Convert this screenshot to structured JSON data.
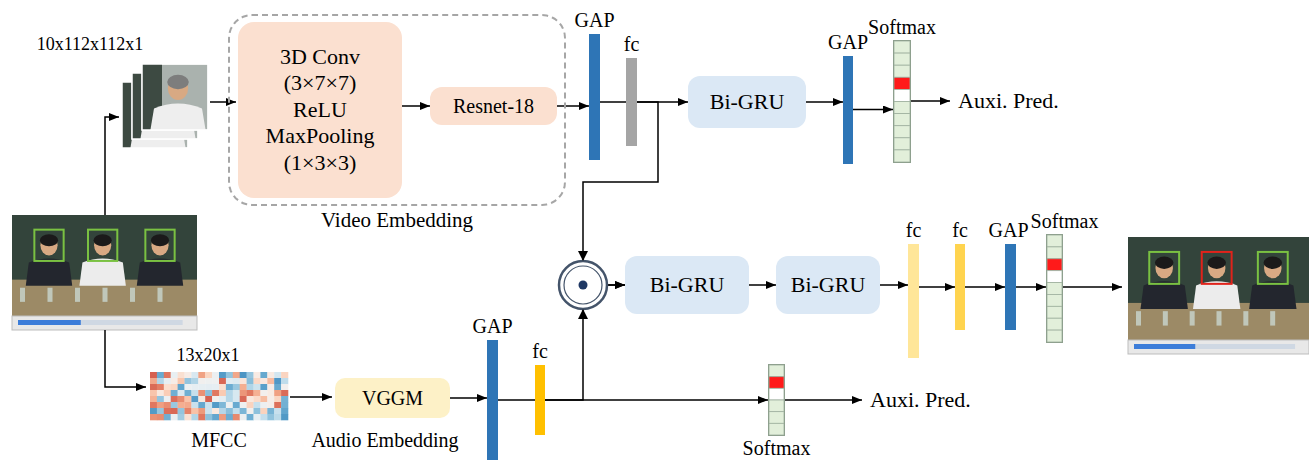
{
  "diagram": {
    "nodes": [
      {
        "text": [
          "Video Embedding"
        ]
      },
      {
        "text": [
          "3D Conv (3×7×7) ReLU MaxPooling (1×3×3)"
        ],
        "in": 0
      },
      {
        "text": [
          "Resnet-18"
        ],
        "in": 0
      },
      {
        "text": [
          "GAP"
        ]
      },
      {
        "text": [
          "fc"
        ]
      },
      {
        "text": [
          "Bi-GRU"
        ]
      },
      {
        "text": [
          "GAP"
        ]
      },
      {
        "text": [
          "Softmax"
        ]
      },
      {
        "text": [
          "Bi-GRU"
        ]
      },
      {
        "text": [
          "Bi-GRU"
        ]
      },
      {
        "text": [
          "fc"
        ]
      },
      {
        "text": [
          "fc"
        ]
      },
      {
        "text": [
          "GAP"
        ]
      },
      {
        "text": [
          "Softmax"
        ]
      },
      {
        "text": [
          "VGGM"
        ]
      },
      {
        "text": [
          "GAP"
        ]
      },
      {
        "text": [
          "fc"
        ]
      },
      {
        "text": [
          "Softmax"
        ]
      }
    ],
    "edges": [
      {
        "from": 1,
        "to": 2,
        "arrow": "to"
      },
      {
        "from": 2,
        "to": 3,
        "arrow": "to"
      },
      {
        "from": 3,
        "to": 4,
        "arrow": "none"
      },
      {
        "from": 4,
        "to": 5,
        "arrow": "to"
      },
      {
        "from": 5,
        "to": 6,
        "arrow": "to"
      },
      {
        "from": 6,
        "to": 7,
        "arrow": "to"
      },
      {
        "from": 4,
        "to": 8,
        "arrow": "to"
      },
      {
        "from": 16,
        "to": 8,
        "arrow": "to"
      },
      {
        "from": 8,
        "to": 9,
        "arrow": "to"
      },
      {
        "from": 9,
        "to": 10,
        "arrow": "to"
      },
      {
        "from": 10,
        "to": 11,
        "arrow": "to"
      },
      {
        "from": 11,
        "to": 12,
        "arrow": "to"
      },
      {
        "from": 12,
        "to": 13,
        "arrow": "to"
      },
      {
        "from": 14,
        "to": 15,
        "arrow": "to"
      },
      {
        "from": 15,
        "to": 16,
        "arrow": "none"
      },
      {
        "from": 16,
        "to": 17,
        "arrow": "to"
      }
    ],
    "labels": [
      "10x112x112x1",
      "13x20x1",
      "MFCC",
      "Audio Embedding",
      "Auxi. Pred.",
      "Auxi. Pred."
    ]
  }
}
